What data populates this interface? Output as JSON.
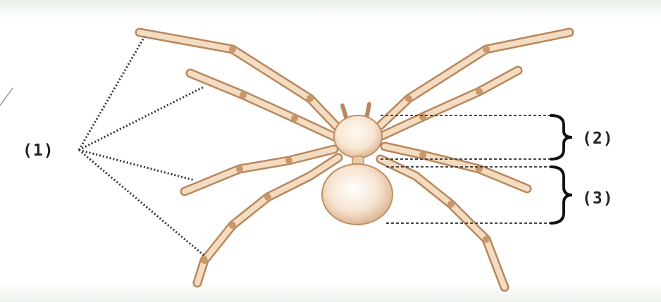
{
  "labels": {
    "legs": "(1)",
    "cephalothorax": "(2)",
    "abdomen": "(3)"
  },
  "colors": {
    "leg_fill": "#f3dcc2",
    "leg_stroke": "#b8875b",
    "body_fill": "#fbeee0",
    "leader_line": "#333333"
  }
}
